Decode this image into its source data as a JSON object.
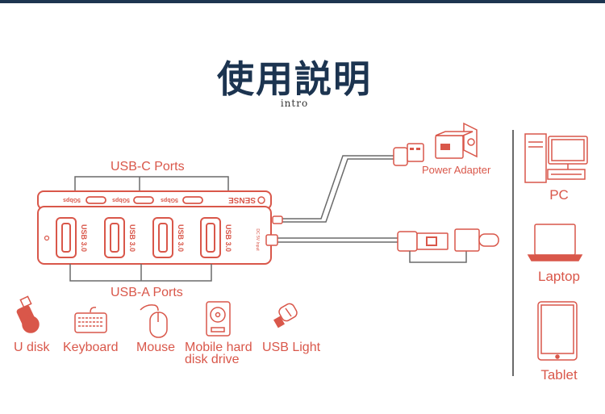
{
  "title": "使用説明",
  "subtitle": "intro",
  "hub": {
    "usbc_title": "USB-C Ports",
    "usba_title": "USB-A Ports",
    "brand": "SENSE",
    "usbc_port_labels": [
      "5Gbps",
      "5Gbps",
      "5Gbps"
    ],
    "usba_port_labels": [
      "USB 3.0",
      "USB 3.0",
      "USB 3.0",
      "USB 3.0"
    ],
    "dc_label": "DC 5V Input"
  },
  "power_adapter_label": "Power Adapter",
  "devices": [
    {
      "label": "U disk",
      "icon": "usb-flash-drive-icon"
    },
    {
      "label": "Keyboard",
      "icon": "keyboard-icon"
    },
    {
      "label": "Mouse",
      "icon": "mouse-icon"
    },
    {
      "label": "Mobile hard\ndisk drive",
      "icon": "hard-disk-icon"
    },
    {
      "label": "USB Light",
      "icon": "usb-light-icon"
    }
  ],
  "hosts": [
    {
      "label": "PC",
      "icon": "pc-icon"
    },
    {
      "label": "Laptop",
      "icon": "laptop-icon"
    },
    {
      "label": "Tablet",
      "icon": "tablet-icon"
    }
  ],
  "colors": {
    "accent": "#d9574a",
    "title": "#1c3450",
    "line": "#6a6a6a"
  }
}
